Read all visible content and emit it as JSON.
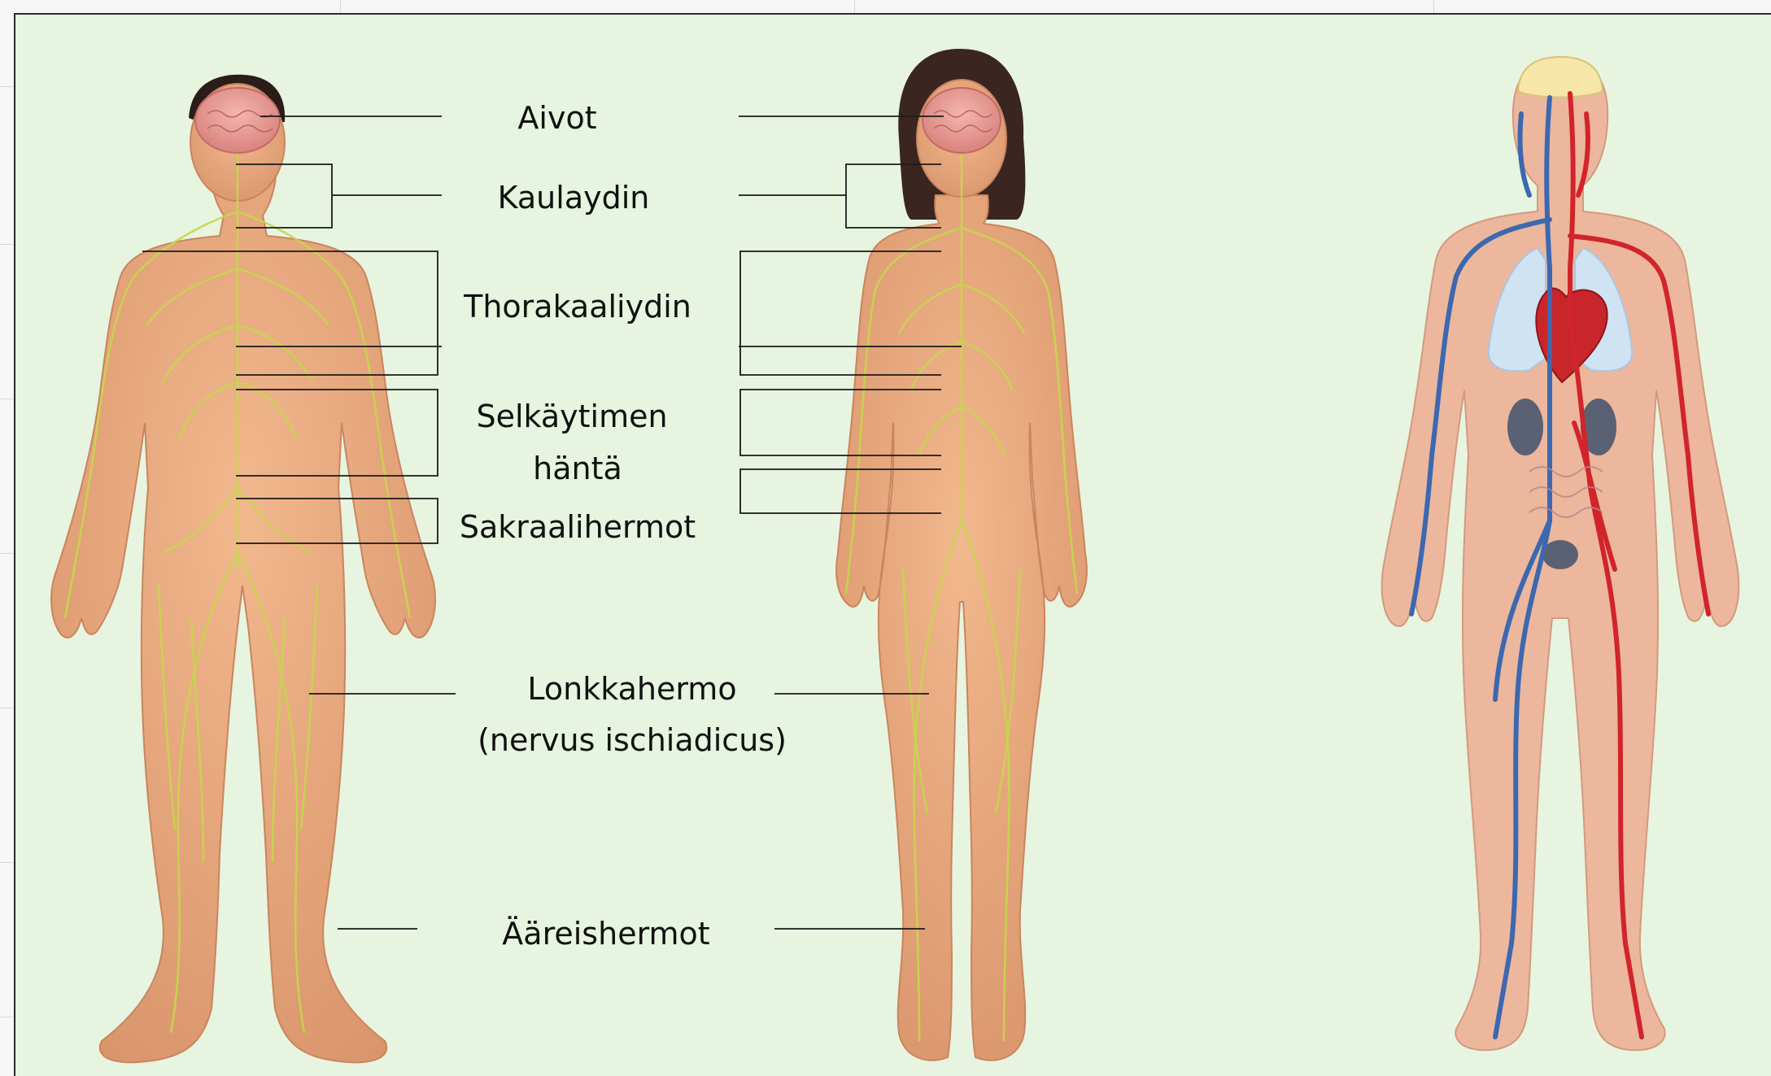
{
  "labels": {
    "brain": "Aivot",
    "cervical": "Kaulaydin",
    "thoracic": "Thorakaaliydin",
    "tail_line1": "Selkäytimen",
    "tail_line2": "häntä",
    "sacral": "Sakraalihermot",
    "sciatic_line1": "Lonkkahermo",
    "sciatic_line2": "(nervus ischiadicus)",
    "peripheral": "Ääreishermot"
  },
  "figures": [
    "male-nervous-system",
    "female-nervous-system",
    "circulatory-system"
  ],
  "colors": {
    "background": "#e7f4df",
    "skin": "#e9a980",
    "nerve": "#c4d84a",
    "brain": "#e69a95",
    "artery": "#d2242b",
    "vein": "#3c68b0",
    "leader_line": "#1a1a1a"
  }
}
